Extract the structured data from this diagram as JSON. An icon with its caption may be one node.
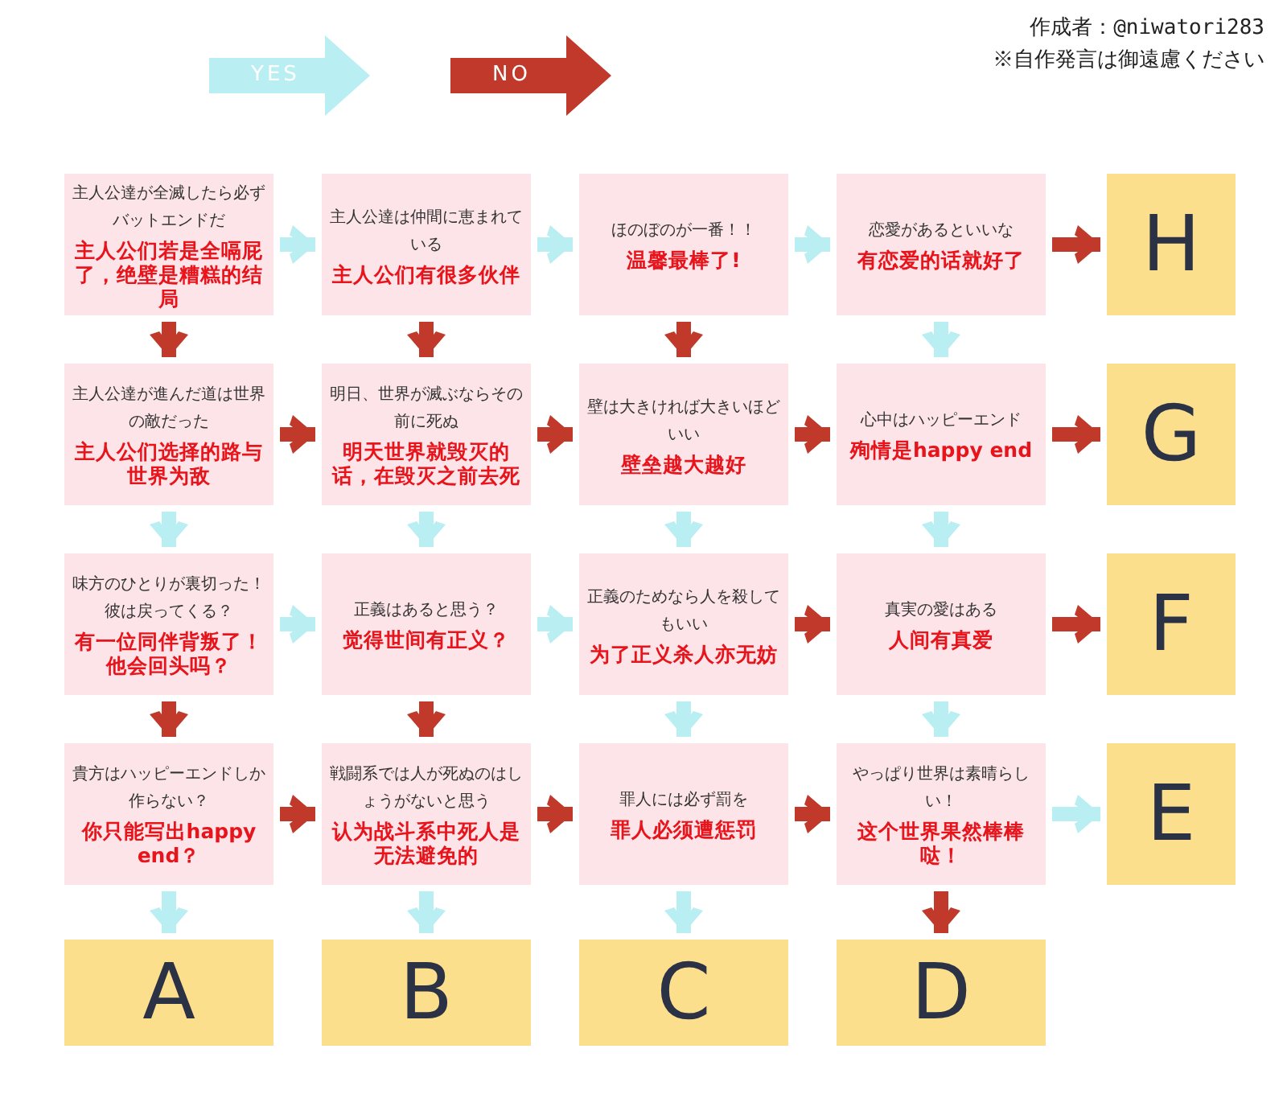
{
  "diagram": {
    "nodes": [
      {
        "text": [
          "主人公達が全滅したら必ずバットエンドだ",
          "主人公们若是全嗝屁了，绝壁是糟糕的结局"
        ]
      },
      {
        "text": [
          "主人公達は仲間に恵まれている",
          "主人公们有很多伙伴"
        ]
      },
      {
        "text": [
          "ほのぼのが一番！！",
          "温馨最棒了!"
        ]
      },
      {
        "text": [
          "恋愛があるといいな",
          "有恋爱的话就好了"
        ]
      },
      {
        "text": [
          "H"
        ]
      },
      {
        "text": [
          "主人公達が進んだ道は世界の敵だった",
          "主人公们选择的路与世界为敌"
        ]
      },
      {
        "text": [
          "明日、世界が滅ぶならその前に死ぬ",
          "明天世界就毁灭的话，在毁灭之前去死"
        ]
      },
      {
        "text": [
          "壁は大きければ大きいほどいい",
          "壁垒越大越好"
        ]
      },
      {
        "text": [
          "心中はハッピーエンド",
          "殉情是happy end"
        ]
      },
      {
        "text": [
          "G"
        ]
      },
      {
        "text": [
          "味方のひとりが裏切った！彼は戻ってくる？",
          "有一位同伴背叛了！他会回头吗？"
        ]
      },
      {
        "text": [
          "正義はあると思う？",
          "觉得世间有正义？"
        ]
      },
      {
        "text": [
          "正義のためなら人を殺してもいい",
          "为了正义杀人亦无妨"
        ]
      },
      {
        "text": [
          "真実の愛はある",
          "人间有真爱"
        ]
      },
      {
        "text": [
          "F"
        ]
      },
      {
        "text": [
          "貴方はハッピーエンドしか作らない？",
          "你只能写出happy end？"
        ]
      },
      {
        "text": [
          "戦闘系では人が死ぬのはしょうがないと思う",
          "认为战斗系中死人是无法避免的"
        ]
      },
      {
        "text": [
          "罪人には必ず罰を",
          "罪人必须遭惩罚"
        ]
      },
      {
        "text": [
          "やっぱり世界は素晴らしい！",
          "这个世界果然棒棒哒！"
        ]
      },
      {
        "text": [
          "E"
        ]
      },
      {
        "text": [
          "A"
        ]
      },
      {
        "text": [
          "B"
        ]
      },
      {
        "text": [
          "C"
        ]
      },
      {
        "text": [
          "D"
        ]
      }
    ],
    "edges": [
      {
        "from": 0,
        "to": 1,
        "arrow": "to",
        "color": "#b9eef2"
      },
      {
        "from": 1,
        "to": 2,
        "arrow": "to",
        "color": "#b9eef2"
      },
      {
        "from": 2,
        "to": 3,
        "arrow": "to",
        "color": "#b9eef2"
      },
      {
        "from": 3,
        "to": 4,
        "arrow": "to",
        "color": "#c0392b"
      },
      {
        "from": 0,
        "to": 5,
        "arrow": "to",
        "color": "#c0392b"
      },
      {
        "from": 1,
        "to": 6,
        "arrow": "to",
        "color": "#c0392b"
      },
      {
        "from": 2,
        "to": 7,
        "arrow": "to",
        "color": "#c0392b"
      },
      {
        "from": 3,
        "to": 8,
        "arrow": "to",
        "color": "#b9eef2"
      },
      {
        "from": 5,
        "to": 6,
        "arrow": "to",
        "color": "#c0392b"
      },
      {
        "from": 6,
        "to": 7,
        "arrow": "to",
        "color": "#c0392b"
      },
      {
        "from": 7,
        "to": 8,
        "arrow": "to",
        "color": "#c0392b"
      },
      {
        "from": 8,
        "to": 9,
        "arrow": "to",
        "color": "#c0392b"
      },
      {
        "from": 5,
        "to": 10,
        "arrow": "to",
        "color": "#b9eef2"
      },
      {
        "from": 6,
        "to": 11,
        "arrow": "to",
        "color": "#b9eef2"
      },
      {
        "from": 7,
        "to": 12,
        "arrow": "to",
        "color": "#b9eef2"
      },
      {
        "from": 8,
        "to": 13,
        "arrow": "to",
        "color": "#b9eef2"
      },
      {
        "from": 10,
        "to": 11,
        "arrow": "to",
        "color": "#b9eef2"
      },
      {
        "from": 11,
        "to": 12,
        "arrow": "to",
        "color": "#b9eef2"
      },
      {
        "from": 12,
        "to": 13,
        "arrow": "to",
        "color": "#c0392b"
      },
      {
        "from": 13,
        "to": 14,
        "arrow": "to",
        "color": "#c0392b"
      },
      {
        "from": 10,
        "to": 15,
        "arrow": "to",
        "color": "#c0392b"
      },
      {
        "from": 11,
        "to": 16,
        "arrow": "to",
        "color": "#c0392b"
      },
      {
        "from": 12,
        "to": 17,
        "arrow": "to",
        "color": "#b9eef2"
      },
      {
        "from": 13,
        "to": 18,
        "arrow": "to",
        "color": "#b9eef2"
      },
      {
        "from": 15,
        "to": 16,
        "arrow": "to",
        "color": "#c0392b"
      },
      {
        "from": 16,
        "to": 17,
        "arrow": "to",
        "color": "#c0392b"
      },
      {
        "from": 17,
        "to": 18,
        "arrow": "to",
        "color": "#c0392b"
      },
      {
        "from": 18,
        "to": 19,
        "arrow": "to",
        "color": "#b9eef2"
      },
      {
        "from": 15,
        "to": 20,
        "arrow": "to",
        "color": "#b9eef2"
      },
      {
        "from": 16,
        "to": 21,
        "arrow": "to",
        "color": "#b9eef2"
      },
      {
        "from": 17,
        "to": 22,
        "arrow": "to",
        "color": "#b9eef2"
      },
      {
        "from": 18,
        "to": 23,
        "arrow": "to",
        "color": "#c0392b"
      }
    ],
    "labels": [
      "作成者：@niwatori283",
      "※自作発言は御遠慮ください"
    ],
    "legend": [
      {
        "text": "YES",
        "color": "#b9eef2"
      },
      {
        "text": "NO",
        "color": "#c0392b"
      }
    ]
  }
}
